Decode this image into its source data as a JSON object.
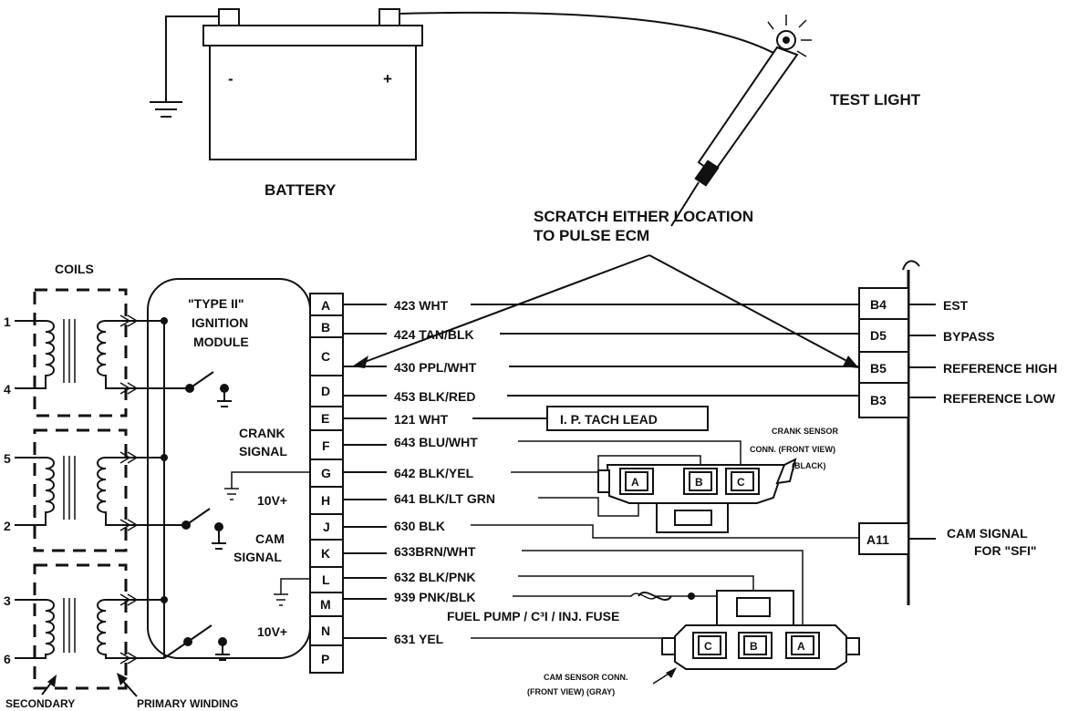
{
  "labels": {
    "battery": "BATTERY",
    "battery_neg": "-",
    "battery_pos": "+",
    "test_light": "TEST LIGHT",
    "scratch_1": "SCRATCH EITHER LOCATION",
    "scratch_2": "TO PULSE ECM",
    "coils": "COILS",
    "module_1": "\"TYPE II\"",
    "module_2": "IGNITION",
    "module_3": "MODULE",
    "crank_1": "CRANK",
    "crank_2": "SIGNAL",
    "cam_1": "CAM",
    "cam_2": "SIGNAL",
    "v10_1": "10V+",
    "v10_2": "10V+",
    "tach": "I. P. TACH LEAD",
    "crank_sensor_1": "CRANK SENSOR",
    "crank_sensor_2": "CONN. (FRONT VIEW)",
    "crank_sensor_3": "(BLACK)",
    "fuse": "FUEL PUMP / C³I / INJ. FUSE",
    "cam_sensor_1": "CAM SENSOR CONN.",
    "cam_sensor_2": "(FRONT VIEW) (GRAY)",
    "secondary": "SECONDARY",
    "primary": "PRIMARY WINDING"
  },
  "coil_numbers": [
    "1",
    "4",
    "5",
    "2",
    "3",
    "6"
  ],
  "module_pins": [
    "A",
    "B",
    "C",
    "D",
    "E",
    "F",
    "G",
    "H",
    "J",
    "K",
    "L",
    "M",
    "N",
    "P"
  ],
  "wires": [
    {
      "pin": "A",
      "label": "423 WHT"
    },
    {
      "pin": "B",
      "label": "424 TAN/BLK"
    },
    {
      "pin": "C",
      "label": "430 PPL/WHT"
    },
    {
      "pin": "D",
      "label": "453 BLK/RED"
    },
    {
      "pin": "E",
      "label": "121 WHT"
    },
    {
      "pin": "F",
      "label": "643 BLU/WHT"
    },
    {
      "pin": "G",
      "label": "642 BLK/YEL"
    },
    {
      "pin": "H",
      "label": "641 BLK/LT GRN"
    },
    {
      "pin": "J",
      "label": "630 BLK"
    },
    {
      "pin": "K",
      "label": "633BRN/WHT"
    },
    {
      "pin": "L",
      "label": "632 BLK/PNK"
    },
    {
      "pin": "M",
      "label": "939 PNK/BLK"
    },
    {
      "pin": "N",
      "label": "631 YEL"
    }
  ],
  "ecm_pins": [
    {
      "pin": "B4",
      "label": "EST"
    },
    {
      "pin": "D5",
      "label": "BYPASS"
    },
    {
      "pin": "B5",
      "label": "REFERENCE HIGH"
    },
    {
      "pin": "B3",
      "label": "REFERENCE LOW"
    },
    {
      "pin": "A11",
      "label": "CAM SIGNAL"
    }
  ],
  "ecm_extra": "FOR \"SFI\"",
  "crank_conn_pins": [
    "A",
    "B",
    "C"
  ],
  "cam_conn_pins": [
    "C",
    "B",
    "A"
  ]
}
